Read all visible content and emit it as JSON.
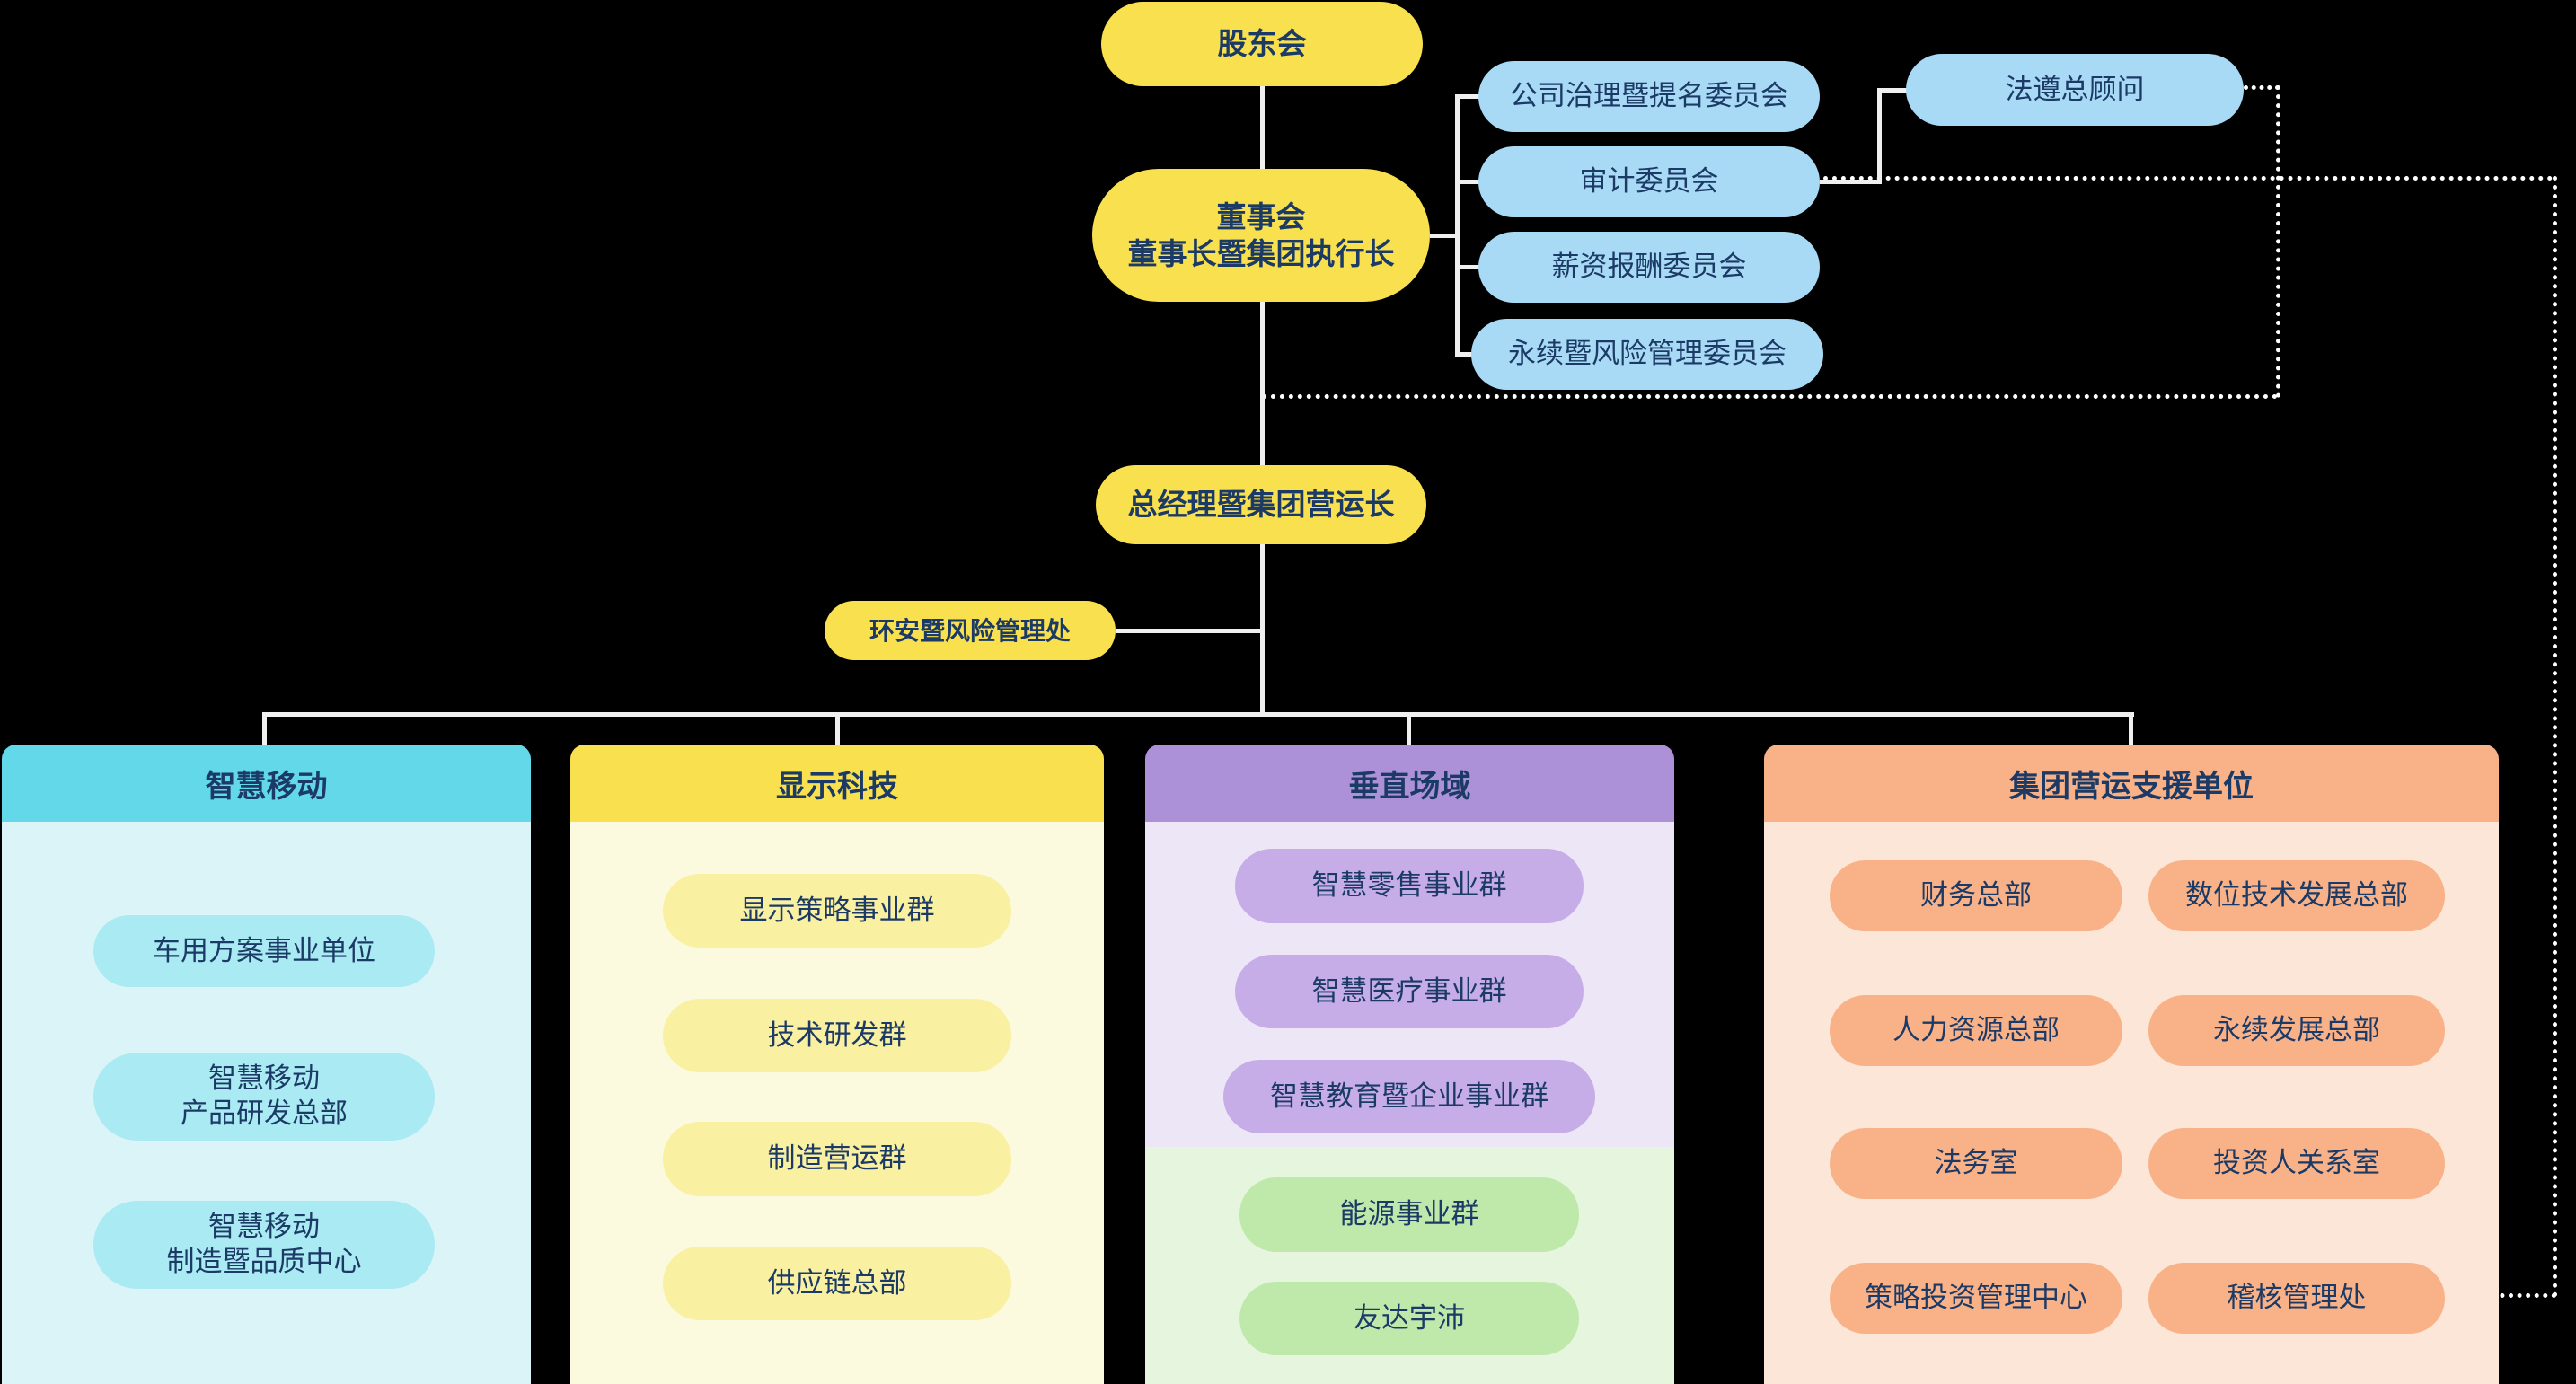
{
  "palette": {
    "background": "#000000",
    "yellow": "#F9E04F",
    "yellow_pill": "#FAF0A2",
    "yellow_body": "#FCFADE",
    "blue": "#A8DAF5",
    "cyan_header": "#62D8E9",
    "cyan_pill": "#A9EAF3",
    "cyan_body": "#DAF4F8",
    "purple_header": "#AC90D8",
    "purple_pill": "#C6ADE8",
    "purple_body": "#EDE6F7",
    "green_pill": "#BEE9AB",
    "green_body": "#E6F5DE",
    "peach_header": "#F9B288",
    "peach_pill": "#F9B288",
    "peach_body": "#FCE6D7",
    "line": "#F0F0F0",
    "text": "#1C3A66"
  },
  "nodes": {
    "shareholders": "股东会",
    "board": "董事会\n董事长暨集团执行长",
    "compliance": "法遵总顾问",
    "committees": [
      "公司治理暨提名委员会",
      "审计委员会",
      "薪资报酬委员会",
      "永续暨风险管理委员会"
    ],
    "coo": "总经理暨集团营运长",
    "esh": "环安暨风险管理处"
  },
  "groups": {
    "mobility": {
      "title": "智慧移动",
      "items": [
        "车用方案事业单位",
        "智慧移动\n产品研发总部",
        "智慧移动\n制造暨品质中心"
      ]
    },
    "display": {
      "title": "显示科技",
      "items": [
        "显示策略事业群",
        "技术研发群",
        "制造营运群",
        "供应链总部"
      ]
    },
    "vertical": {
      "title": "垂直场域",
      "items": [
        "智慧零售事业群",
        "智慧医疗事业群",
        "智慧教育暨企业事业群"
      ],
      "green_items": [
        "能源事业群",
        "友达宇沛"
      ]
    },
    "support": {
      "title": "集团营运支援单位",
      "left_items": [
        "财务总部",
        "人力资源总部",
        "法务室",
        "策略投资管理中心"
      ],
      "right_items": [
        "数位技术发展总部",
        "永续发展总部",
        "投资人关系室",
        "稽核管理处"
      ]
    }
  }
}
